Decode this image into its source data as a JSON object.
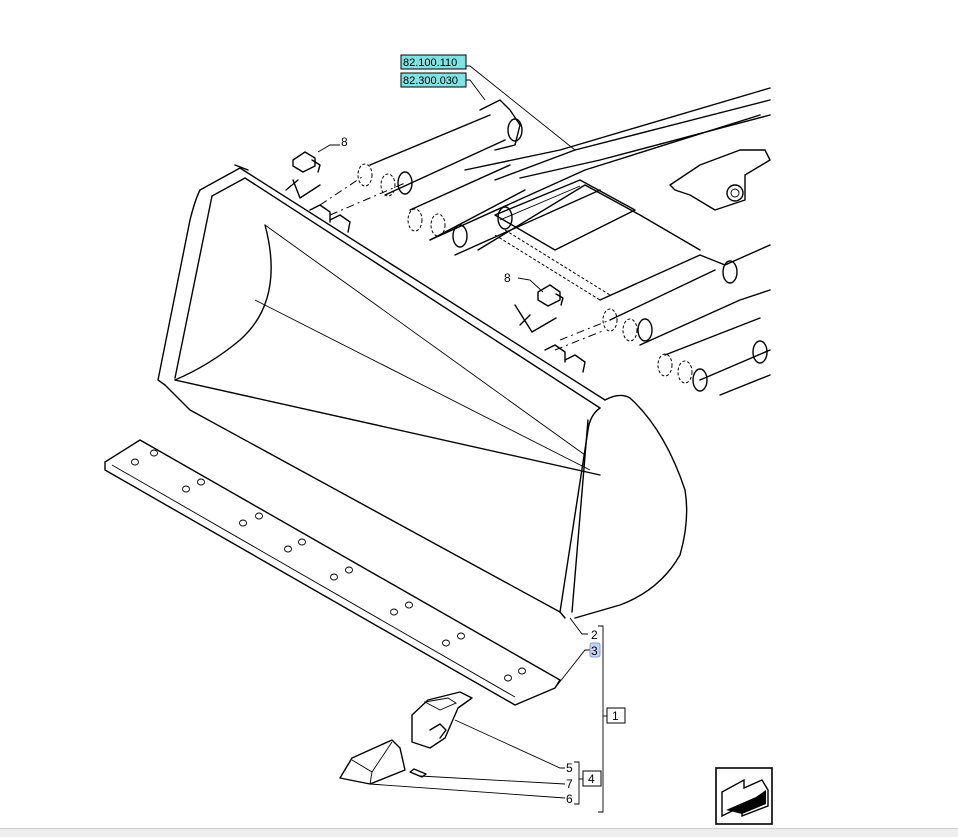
{
  "references": [
    "82.100.110",
    "82.300.030"
  ],
  "callouts": {
    "grease_fitting_a": "8",
    "grease_fitting_b": "8",
    "item_2": "2",
    "item_3": "3",
    "item_1": "1",
    "item_5": "5",
    "item_7": "7",
    "item_6": "6",
    "item_4": "4"
  },
  "colors": {
    "reference_box": "#7fe3e3",
    "highlight": "#c8d4f5",
    "line": "#000000"
  },
  "icons": [
    "direction-arrow-icon"
  ]
}
